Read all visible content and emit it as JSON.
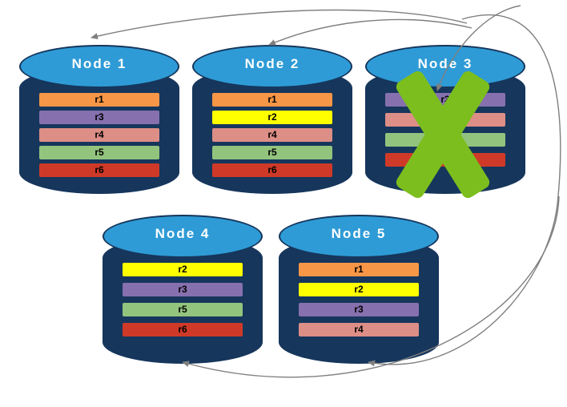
{
  "colors": {
    "cylinder_body": "#16365C",
    "cylinder_top": "#2E9BD6",
    "arrow": "#7F7F7F",
    "failure_x": "#7CBE1E"
  },
  "nodes": [
    {
      "title": "Node 1",
      "failed": false,
      "replicas": [
        {
          "label": "r1",
          "color": "#F79646"
        },
        {
          "label": "r3",
          "color": "#8670AE"
        },
        {
          "label": "r4",
          "color": "#DD8E86"
        },
        {
          "label": "r5",
          "color": "#93C47D"
        },
        {
          "label": "r6",
          "color": "#CF3A28"
        }
      ]
    },
    {
      "title": "Node 2",
      "failed": false,
      "replicas": [
        {
          "label": "r1",
          "color": "#F79646"
        },
        {
          "label": "r2",
          "color": "#FFFF00"
        },
        {
          "label": "r4",
          "color": "#DD8E86"
        },
        {
          "label": "r5",
          "color": "#93C47D"
        },
        {
          "label": "r6",
          "color": "#CF3A28"
        }
      ]
    },
    {
      "title": "Node 3",
      "failed": true,
      "replicas": [
        {
          "label": "r3",
          "color": "#8670AE"
        },
        {
          "label": "r4",
          "color": "#DD8E86"
        },
        {
          "label": "r5",
          "color": "#93C47D"
        },
        {
          "label": "r6",
          "color": "#CF3A28"
        }
      ]
    },
    {
      "title": "Node 4",
      "failed": false,
      "replicas": [
        {
          "label": "r2",
          "color": "#FFFF00"
        },
        {
          "label": "r3",
          "color": "#8670AE"
        },
        {
          "label": "r5",
          "color": "#93C47D"
        },
        {
          "label": "r6",
          "color": "#CF3A28"
        }
      ]
    },
    {
      "title": "Node 5",
      "failed": false,
      "replicas": [
        {
          "label": "r1",
          "color": "#F79646"
        },
        {
          "label": "r2",
          "color": "#FFFF00"
        },
        {
          "label": "r3",
          "color": "#8670AE"
        },
        {
          "label": "r4",
          "color": "#DD8E86"
        }
      ]
    }
  ],
  "arrow_targets": [
    "Node 1",
    "Node 2",
    "Node 3",
    "Node 5",
    "Node 4"
  ]
}
